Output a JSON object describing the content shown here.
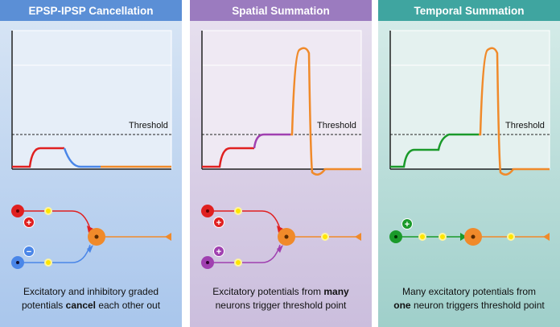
{
  "panels": [
    {
      "title": "EPSP-IPSP Cancellation",
      "threshold": "Threshold",
      "caption_pre": "Excitatory and inhibitory graded",
      "caption_mid_pre": "potentials ",
      "caption_bold": "cancel",
      "caption_post": " each other out",
      "colors": {
        "header": "#5b8fd6",
        "body": "#c3d8f0"
      }
    },
    {
      "title": "Spatial Summation",
      "threshold": "Threshold",
      "caption_pre": "Excitatory potentials from ",
      "caption_bold": "many",
      "caption_post": "neurons trigger threshold point",
      "colors": {
        "header": "#9b7bbf",
        "body": "#ddd3e8"
      }
    },
    {
      "title": "Temporal Summation",
      "threshold": "Threshold",
      "caption_pre": "Many excitatory potentials from",
      "caption_bold": "one",
      "caption_post": " neuron triggers threshold point",
      "colors": {
        "header": "#3fa5a0",
        "body": "#bfe0dc"
      }
    }
  ],
  "signs": {
    "plus": "+",
    "minus": "−"
  },
  "colors": {
    "excitatory": "#e02020",
    "inhibitory": "#4a86e8",
    "spatial_second": "#a040b0",
    "temporal": "#1a9a2a",
    "axon": "#f08a2a",
    "synapse": "#ffe600"
  }
}
